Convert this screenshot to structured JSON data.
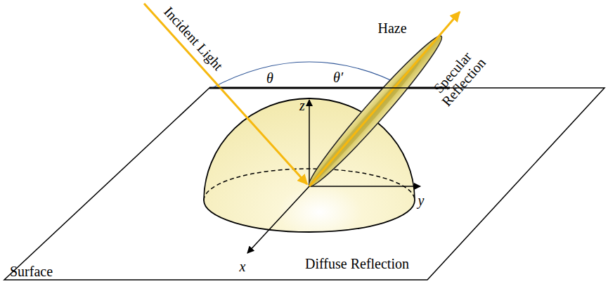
{
  "diagram": {
    "nodes": [
      {
        "text": [
          "Surface"
        ]
      }
    ],
    "labels": [
      "Incident Light",
      "θ",
      "z",
      "θ′",
      "Haze",
      "Specular Reflection",
      "y",
      "x",
      "Diffuse Reflection"
    ]
  }
}
